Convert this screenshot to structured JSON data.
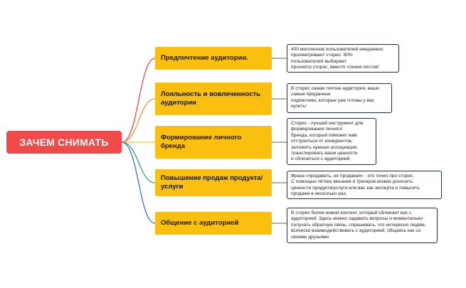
{
  "root": {
    "label": "ЗАЧЕМ СНИМАТЬ"
  },
  "colors": {
    "root_fill": "#f04a4a",
    "branch_fill": "#fbbf0f",
    "note_border": "#1f2a44",
    "connector_colors": [
      "#f04a4a",
      "#f39a3c",
      "#f5c518",
      "#27ae60",
      "#4169e1"
    ]
  },
  "branches": [
    {
      "label": "Предпочтение аудитории.",
      "note": "400 миллионов пользователей ежедневно\nпросматривают сторис. 80%\nпользователей выбирают\nпросмотр сторис, вместо чтения постов!"
    },
    {
      "label": "Лояльность и вовлеченность аудитории",
      "note": "В сторис самая теплая аудитория, ваши\nсамые преданные\nподписчики, которые уже готовы у вас\nкупить!"
    },
    {
      "label": "Формирование личного бренда",
      "note": "Сторис - лучший инструмент для\nформирования личного\nбренда, который поможет вам\nотстроиться от конкурентов,\nзаложить нужные ассоциации,\nтранслировать ваши ценности\nи сблизиться с аудиторией."
    },
    {
      "label": "Повышение продаж продукта/ услуги",
      "note": "Фраза «продавать, не продавая» - это точно про сторис.\nС помощью чётких механик и тригеров можно доносить\nценности продукта/услуги или вас как эксперта и повысить\nпродажи в несколько раз."
    },
    {
      "label": "Общение с аудиторией",
      "note": "В сторис более живой контент, который сближает вас с\nаудиторией. Здесь можно задавать вопросы и моментально\nполучать обратную связь, спрашивать, что интересно людям,\nвсячески взаимодействовать с аудиторией, общаясь как со\nсвоими друзьями"
    }
  ]
}
